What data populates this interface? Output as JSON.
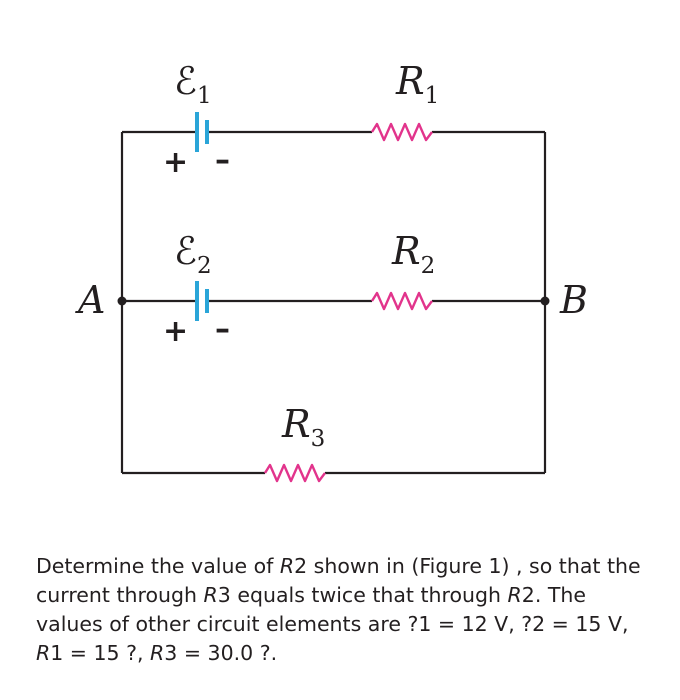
{
  "diagram": {
    "labels": {
      "emf1": {
        "main": "ℰ",
        "sub": "1"
      },
      "emf2": {
        "main": "ℰ",
        "sub": "2"
      },
      "r1": {
        "main": "R",
        "sub": "1"
      },
      "r2": {
        "main": "R",
        "sub": "2"
      },
      "r3": {
        "main": "R",
        "sub": "3"
      },
      "node_a": "A",
      "node_b": "B",
      "plus": "+",
      "minus": "–"
    },
    "colors": {
      "wire": "#231f20",
      "resistor": "#e2348c",
      "battery": "#2aa5d8"
    }
  },
  "question": {
    "parts": [
      {
        "t": "Determine the value of "
      },
      {
        "t": "R",
        "i": true
      },
      {
        "t": "2 shown in (Figure 1) , so that the current through "
      },
      {
        "t": "R",
        "i": true
      },
      {
        "t": "3 equals twice that through "
      },
      {
        "t": "R",
        "i": true
      },
      {
        "t": "2. The values of other circuit elements are ?1 = 12 V, ?2 = 15 V, "
      },
      {
        "t": "R",
        "i": true
      },
      {
        "t": "1 = 15 ?, "
      },
      {
        "t": "R",
        "i": true
      },
      {
        "t": "3 = 30.0 ?."
      }
    ]
  }
}
